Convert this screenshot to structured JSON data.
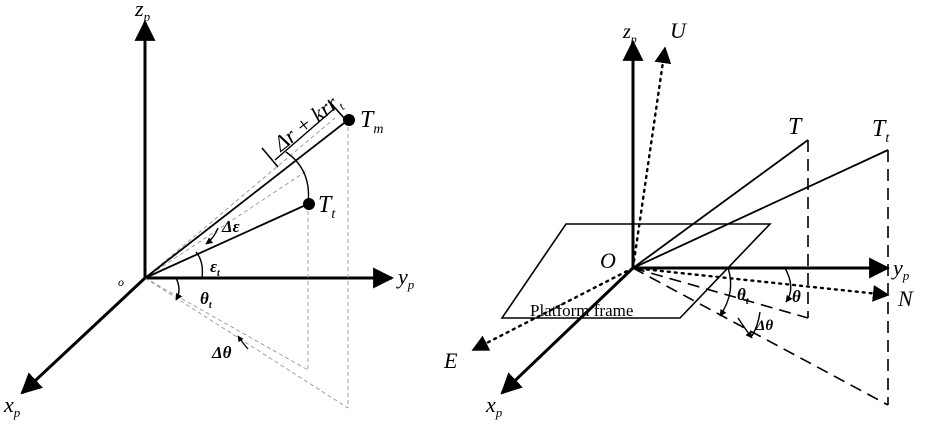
{
  "left_panel": {
    "origin": "o",
    "z_axis": {
      "main": "z",
      "sub": "p"
    },
    "y_axis": {
      "main": "y",
      "sub": "p"
    },
    "x_axis": {
      "main": "x",
      "sub": "p"
    },
    "target_measured": {
      "main": "T",
      "sub": "m"
    },
    "target_true": {
      "main": "T",
      "sub": "t"
    },
    "range_error": {
      "main": "Δr + krr",
      "sub": "t"
    },
    "elevation_error": "Δε",
    "elevation": {
      "main": "ε",
      "sub": "t"
    },
    "azimuth": {
      "main": "θ",
      "sub": "t"
    },
    "azimuth_error": "Δθ"
  },
  "right_panel": {
    "origin": "O",
    "z_axis": {
      "main": "z",
      "sub": "p"
    },
    "y_axis": {
      "main": "y",
      "sub": "p"
    },
    "x_axis": {
      "main": "x",
      "sub": "p"
    },
    "up": "U",
    "north": "N",
    "east": "E",
    "target": "T",
    "target_true": {
      "main": "T",
      "sub": "t"
    },
    "platform_label": "Platform frame",
    "azimuth_true": {
      "main": "θ",
      "sub": "t"
    },
    "azimuth": "θ",
    "azimuth_error": "Δθ"
  }
}
